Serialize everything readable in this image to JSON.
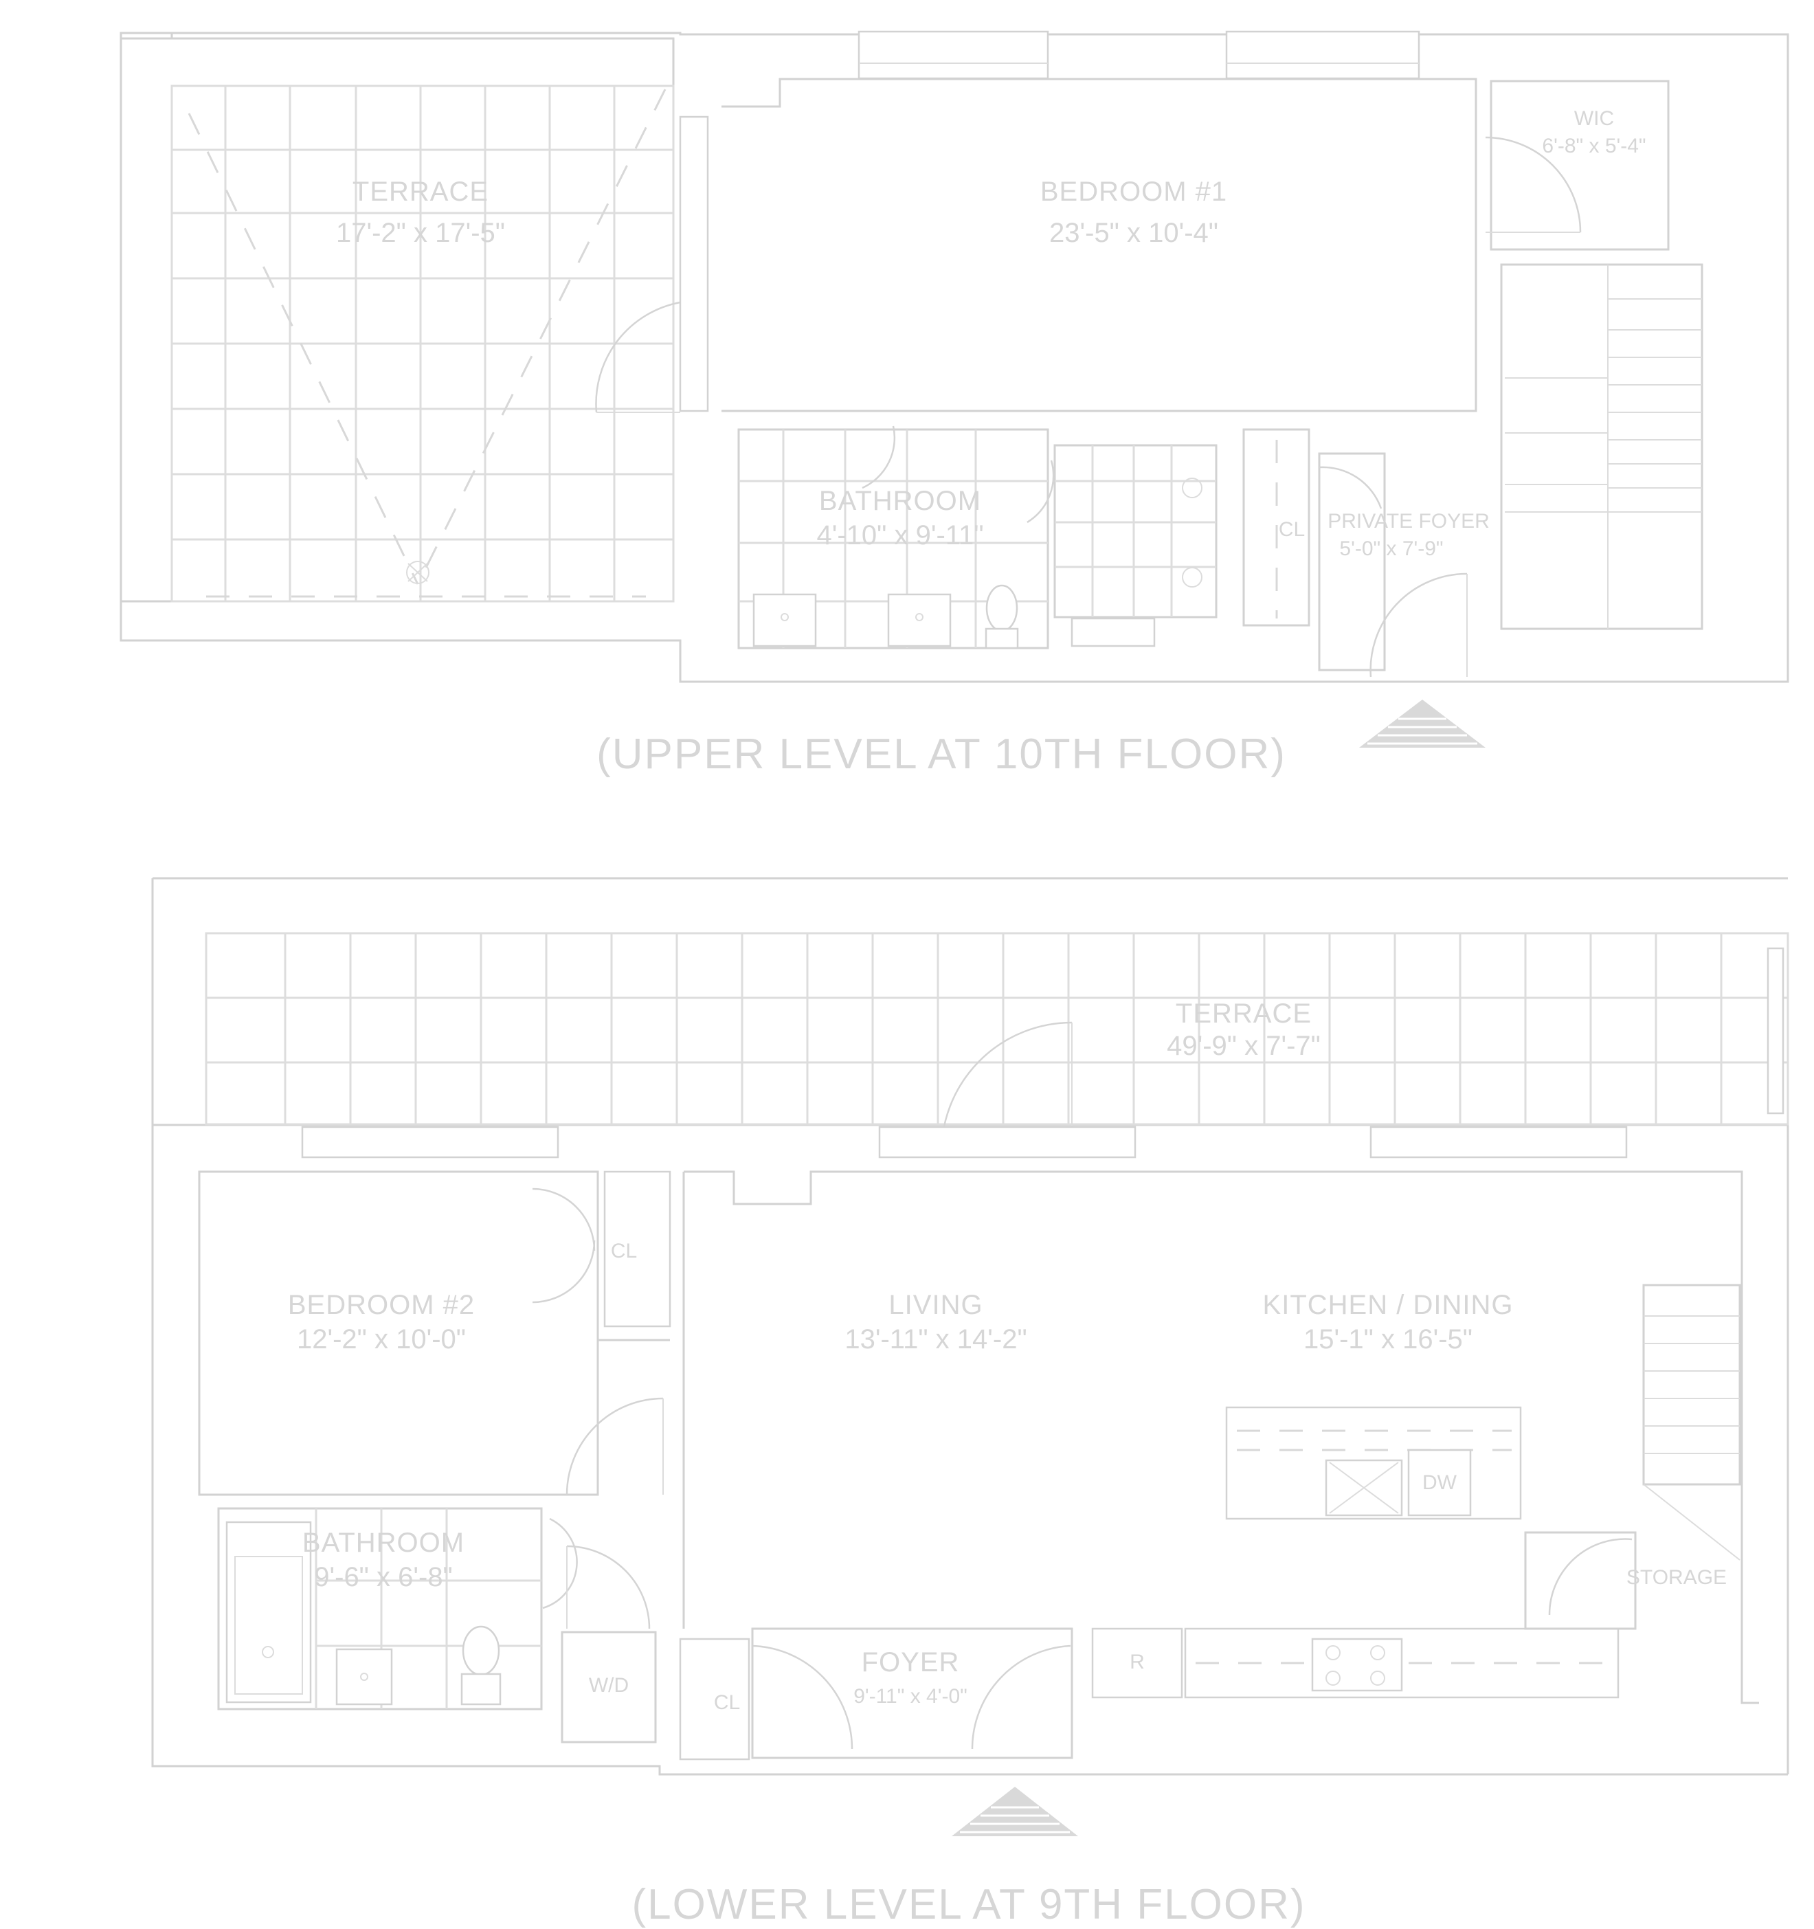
{
  "upper": {
    "terrace": {
      "name": "TERRACE",
      "dims": "17'-2\" x 17'-5\""
    },
    "bedroom1": {
      "name": "BEDROOM #1",
      "dims": "23'-5\" x 10'-4\""
    },
    "wic": {
      "name": "WIC",
      "dims": "6'-8\" x 5'-4\""
    },
    "bathroom": {
      "name": "BATHROOM",
      "dims": "4'-10\" x 9'-11\""
    },
    "closet": {
      "name": "CL"
    },
    "foyer": {
      "name": "PRIVATE FOYER",
      "dims": "5'-0\" x 7'-9\""
    },
    "level_label": "(UPPER LEVEL AT 10TH FLOOR)"
  },
  "lower": {
    "terrace": {
      "name": "TERRACE",
      "dims": "49'-9\" x 7'-7\""
    },
    "bedroom2": {
      "name": "BEDROOM #2",
      "dims": "12'-2\" x 10'-0\""
    },
    "closet_bed": {
      "name": "CL"
    },
    "living": {
      "name": "LIVING",
      "dims": "13'-11\" x 14'-2\""
    },
    "kitchen": {
      "name": "KITCHEN / DINING",
      "dims": "15'-1\" x 16'-5\""
    },
    "dishwasher": {
      "name": "DW"
    },
    "storage": {
      "name": "STORAGE"
    },
    "bathroom": {
      "name": "BATHROOM",
      "dims": "9'-6\" x 6'-8\""
    },
    "washer_dryer": {
      "name": "W/D"
    },
    "closet_foyer": {
      "name": "CL"
    },
    "foyer": {
      "name": "FOYER",
      "dims": "9'-11\" x 4'-0\""
    },
    "refrigerator": {
      "name": "R"
    },
    "level_label": "(LOWER LEVEL AT 9TH FLOOR)"
  },
  "colors": {
    "line": "#d2d2d2",
    "text": "#d6d6d6",
    "background": "#ffffff"
  },
  "icons": [
    "north-arrow-icon",
    "stair-icon",
    "door-swing-icon"
  ]
}
